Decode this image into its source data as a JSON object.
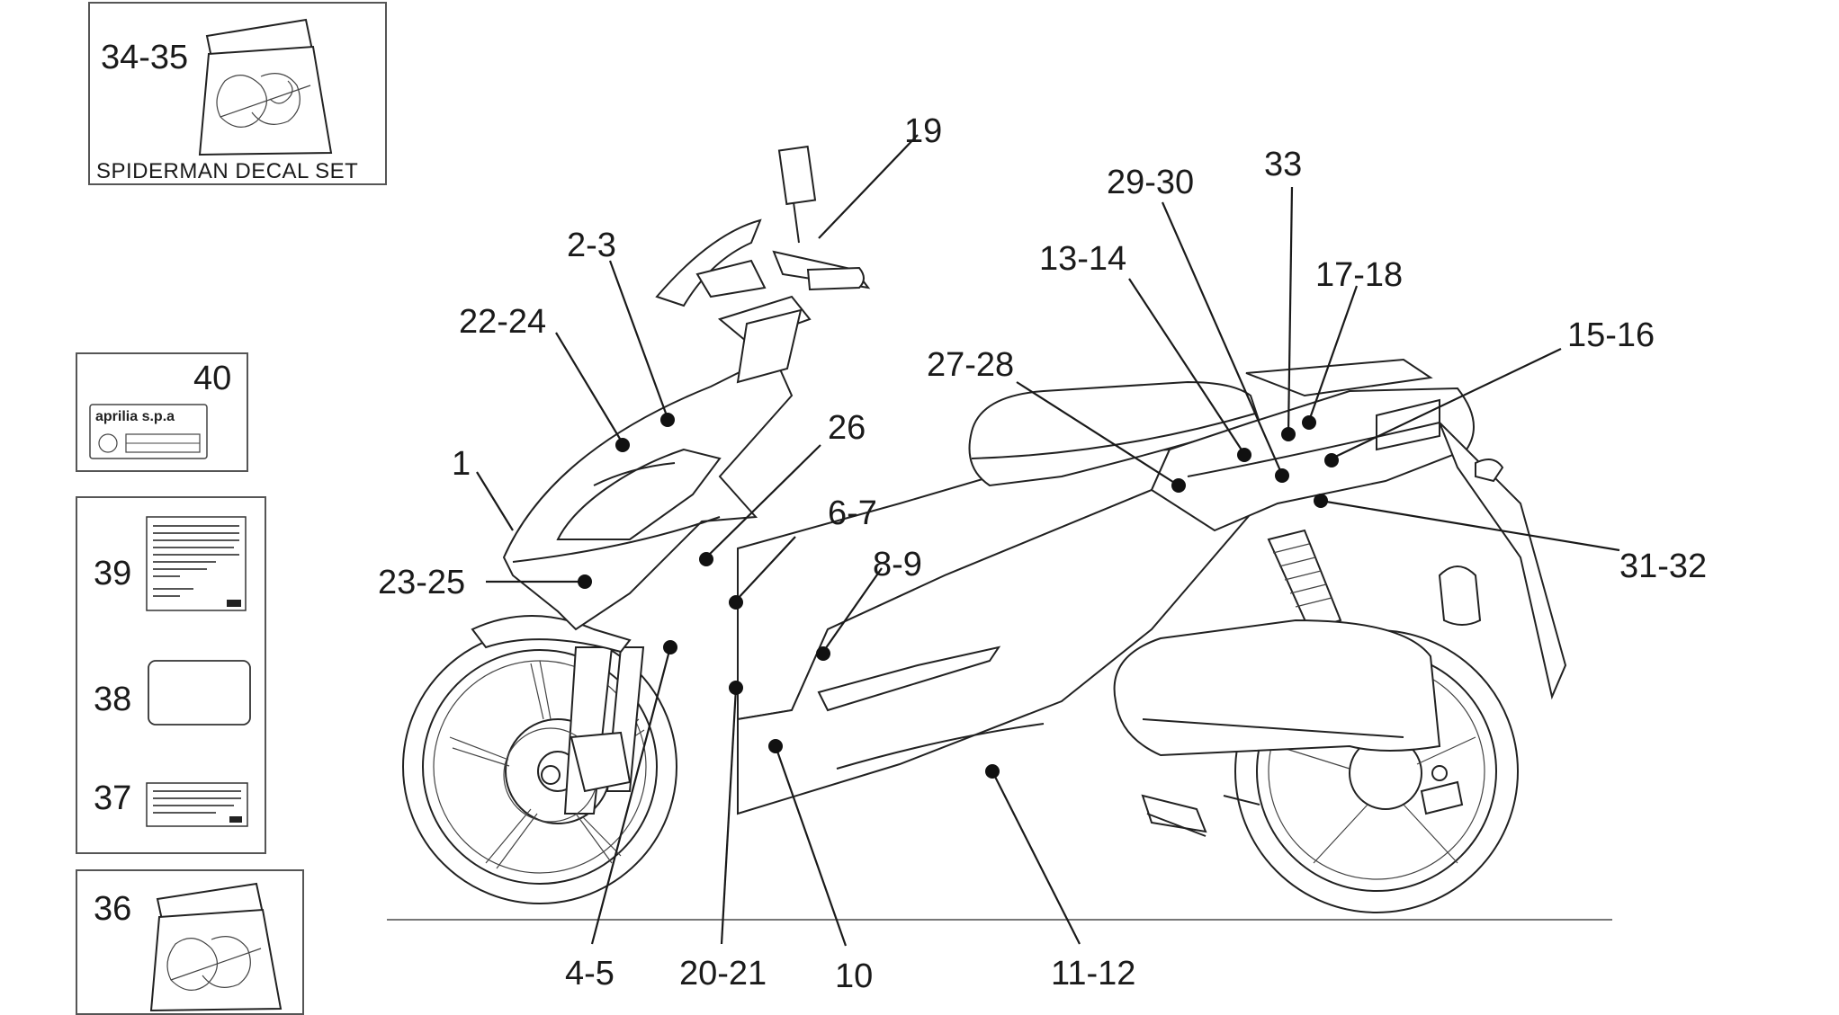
{
  "diagram": {
    "decal_set_box": {
      "number": "34-35",
      "caption": "SPIDERMAN DECAL SET"
    },
    "plate_box": {
      "number": "40",
      "brand_text": "aprilia s.p.a"
    },
    "labels_box": {
      "item_39": "39",
      "item_38": "38",
      "item_37": "37"
    },
    "pouch_box": {
      "number": "36"
    },
    "callouts": {
      "c19": "19",
      "c2_3": "2-3",
      "c22_24": "22-24",
      "c1": "1",
      "c23_25": "23-25",
      "c26": "26",
      "c6_7": "6-7",
      "c8_9": "8-9",
      "c27_28": "27-28",
      "c13_14": "13-14",
      "c29_30": "29-30",
      "c33": "33",
      "c17_18": "17-18",
      "c15_16": "15-16",
      "c31_32": "31-32",
      "c4_5": "4-5",
      "c20_21": "20-21",
      "c10": "10",
      "c11_12": "11-12"
    }
  }
}
